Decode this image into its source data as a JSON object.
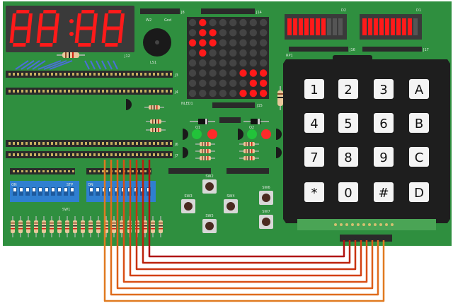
{
  "colors": {
    "board": "#2f8f3f",
    "board_dark": "#1f6b2c",
    "header": "#2a2a2a",
    "pin": "#c8b060",
    "keypad_body": "#1e1e1e",
    "key": "#f4f4f4",
    "led_on": "#ff1a1a",
    "led_off": "#3a3a3a",
    "dip": "#2f7fd0",
    "wire_dark": "#b01010",
    "wire_mid": "#d03a10",
    "wire_light": "#e07a20"
  },
  "seven_segment": {
    "digits": [
      "8",
      "8",
      "8",
      "8"
    ]
  },
  "silkscreen": {
    "j8": "J8",
    "w2": "W2",
    "gnd": "Gnd",
    "j14": "J14",
    "ls1": "LS1",
    "nled1": "NLED1",
    "j15": "J15",
    "ds1": "D1",
    "ds2": "D2",
    "j16": "J16",
    "j17": "J17",
    "rp1": "RP1",
    "j12": "J12",
    "j3": "J3",
    "j4": "J4",
    "j6": "J6",
    "j7": "J7",
    "q1": "Q1",
    "q2": "Q2",
    "sw1": "SW1",
    "sw2": "SW2",
    "sw3": "SW3",
    "sw4": "SW4",
    "sw5": "SW5",
    "sw6": "SW6",
    "sw7": "SW7",
    "dip_on": "ON",
    "dip_stp": "STP"
  },
  "keypad": {
    "rows": [
      [
        "1",
        "2",
        "3",
        "A"
      ],
      [
        "4",
        "5",
        "6",
        "B"
      ],
      [
        "7",
        "8",
        "9",
        "C"
      ],
      [
        "*",
        "0",
        "#",
        "D"
      ]
    ]
  },
  "dot_matrix": {
    "lit": [
      [
        0,
        1,
        0,
        0,
        0,
        0,
        0,
        0
      ],
      [
        0,
        1,
        1,
        0,
        0,
        0,
        0,
        0
      ],
      [
        1,
        1,
        1,
        0,
        0,
        0,
        0,
        0
      ],
      [
        0,
        1,
        0,
        0,
        0,
        0,
        0,
        0
      ],
      [
        0,
        0,
        0,
        0,
        0,
        0,
        0,
        0
      ],
      [
        0,
        0,
        0,
        0,
        0,
        1,
        1,
        1
      ],
      [
        0,
        0,
        0,
        0,
        0,
        0,
        1,
        1
      ],
      [
        0,
        0,
        0,
        0,
        0,
        1,
        1,
        1
      ]
    ]
  },
  "bargraph": {
    "left": [
      1,
      1,
      1,
      1,
      1,
      1,
      1,
      0,
      0,
      0
    ],
    "right": [
      1,
      1,
      1,
      1,
      1,
      1,
      1,
      1,
      1,
      0
    ]
  }
}
